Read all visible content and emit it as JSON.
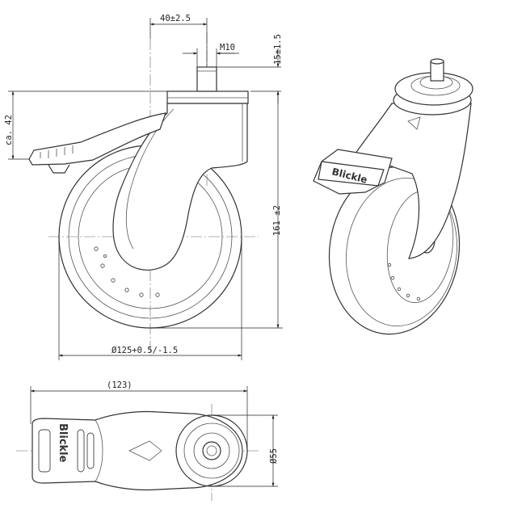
{
  "dimensions": {
    "stem_offset": "40±2.5",
    "thread": "M10",
    "stem_length": "15±1.5",
    "brake_height": "ca. 42",
    "total_height": "161 ±2",
    "wheel_diameter": "Ø125+0.5/-1.5",
    "total_length": "(123)",
    "plate_diameter": "Ø55"
  },
  "logo": {
    "text": "Blickle"
  }
}
